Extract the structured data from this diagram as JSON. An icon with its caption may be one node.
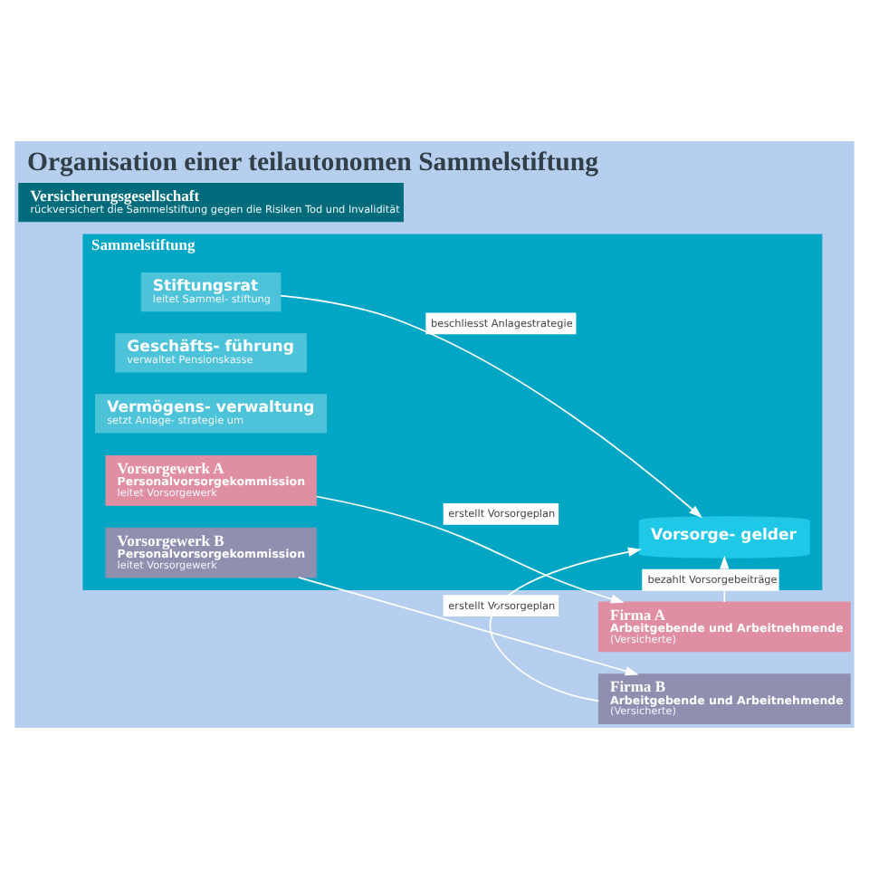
{
  "diagram": {
    "title": "Organisation einer teilautonomen Sammelstiftung",
    "nodes": [
      {
        "text": [
          "Sammelstiftung"
        ]
      },
      {
        "text": [
          "Stiftungsrat",
          "leitet Sammel- stiftung"
        ],
        "in": 0
      },
      {
        "text": [
          "Geschäfts- führung",
          "verwaltet Pensionskasse"
        ],
        "in": 0
      },
      {
        "text": [
          "Vermögens- verwaltung",
          "setzt Anlage- strategie um"
        ],
        "in": 0
      },
      {
        "text": [
          "Vorsorge- gelder"
        ],
        "in": 0
      },
      {
        "text": [
          "Vorsorgewerk A",
          "Personalvorsorgekommission",
          "leitet Vorsorgewerk"
        ],
        "in": 0
      },
      {
        "text": [
          "Vorsorgewerk B",
          "Personalvorsorgekommission",
          "leitet Vorsorgewerk"
        ],
        "in": 0
      },
      {
        "text": [
          "Versicherungsgesellschaft",
          "rückversichert die Sammelstiftung gegen die Risiken Tod und Invalidität"
        ]
      },
      {
        "text": [
          "Firma A",
          "Arbeitgebende und Arbeitnehmende",
          "(Versicherte)"
        ]
      },
      {
        "text": [
          "Firma B",
          "Arbeitgebende und Arbeitnehmende",
          "(Versicherte)"
        ]
      }
    ],
    "edges": [
      {
        "from": 1,
        "to": 4,
        "arrow": "to",
        "label": "beschliesst Anlagestrategie"
      },
      {
        "from": 5,
        "to": 8,
        "arrow": "to",
        "label": "erstellt Vorsorgeplan"
      },
      {
        "from": 6,
        "to": 9,
        "arrow": "to",
        "label": "erstellt Vorsorgeplan"
      },
      {
        "from": 8,
        "to": 4,
        "arrow": "to",
        "label": "bezahlt Vorsorgebeiträge"
      },
      {
        "from": 9,
        "to": 4,
        "arrow": "to"
      }
    ]
  }
}
